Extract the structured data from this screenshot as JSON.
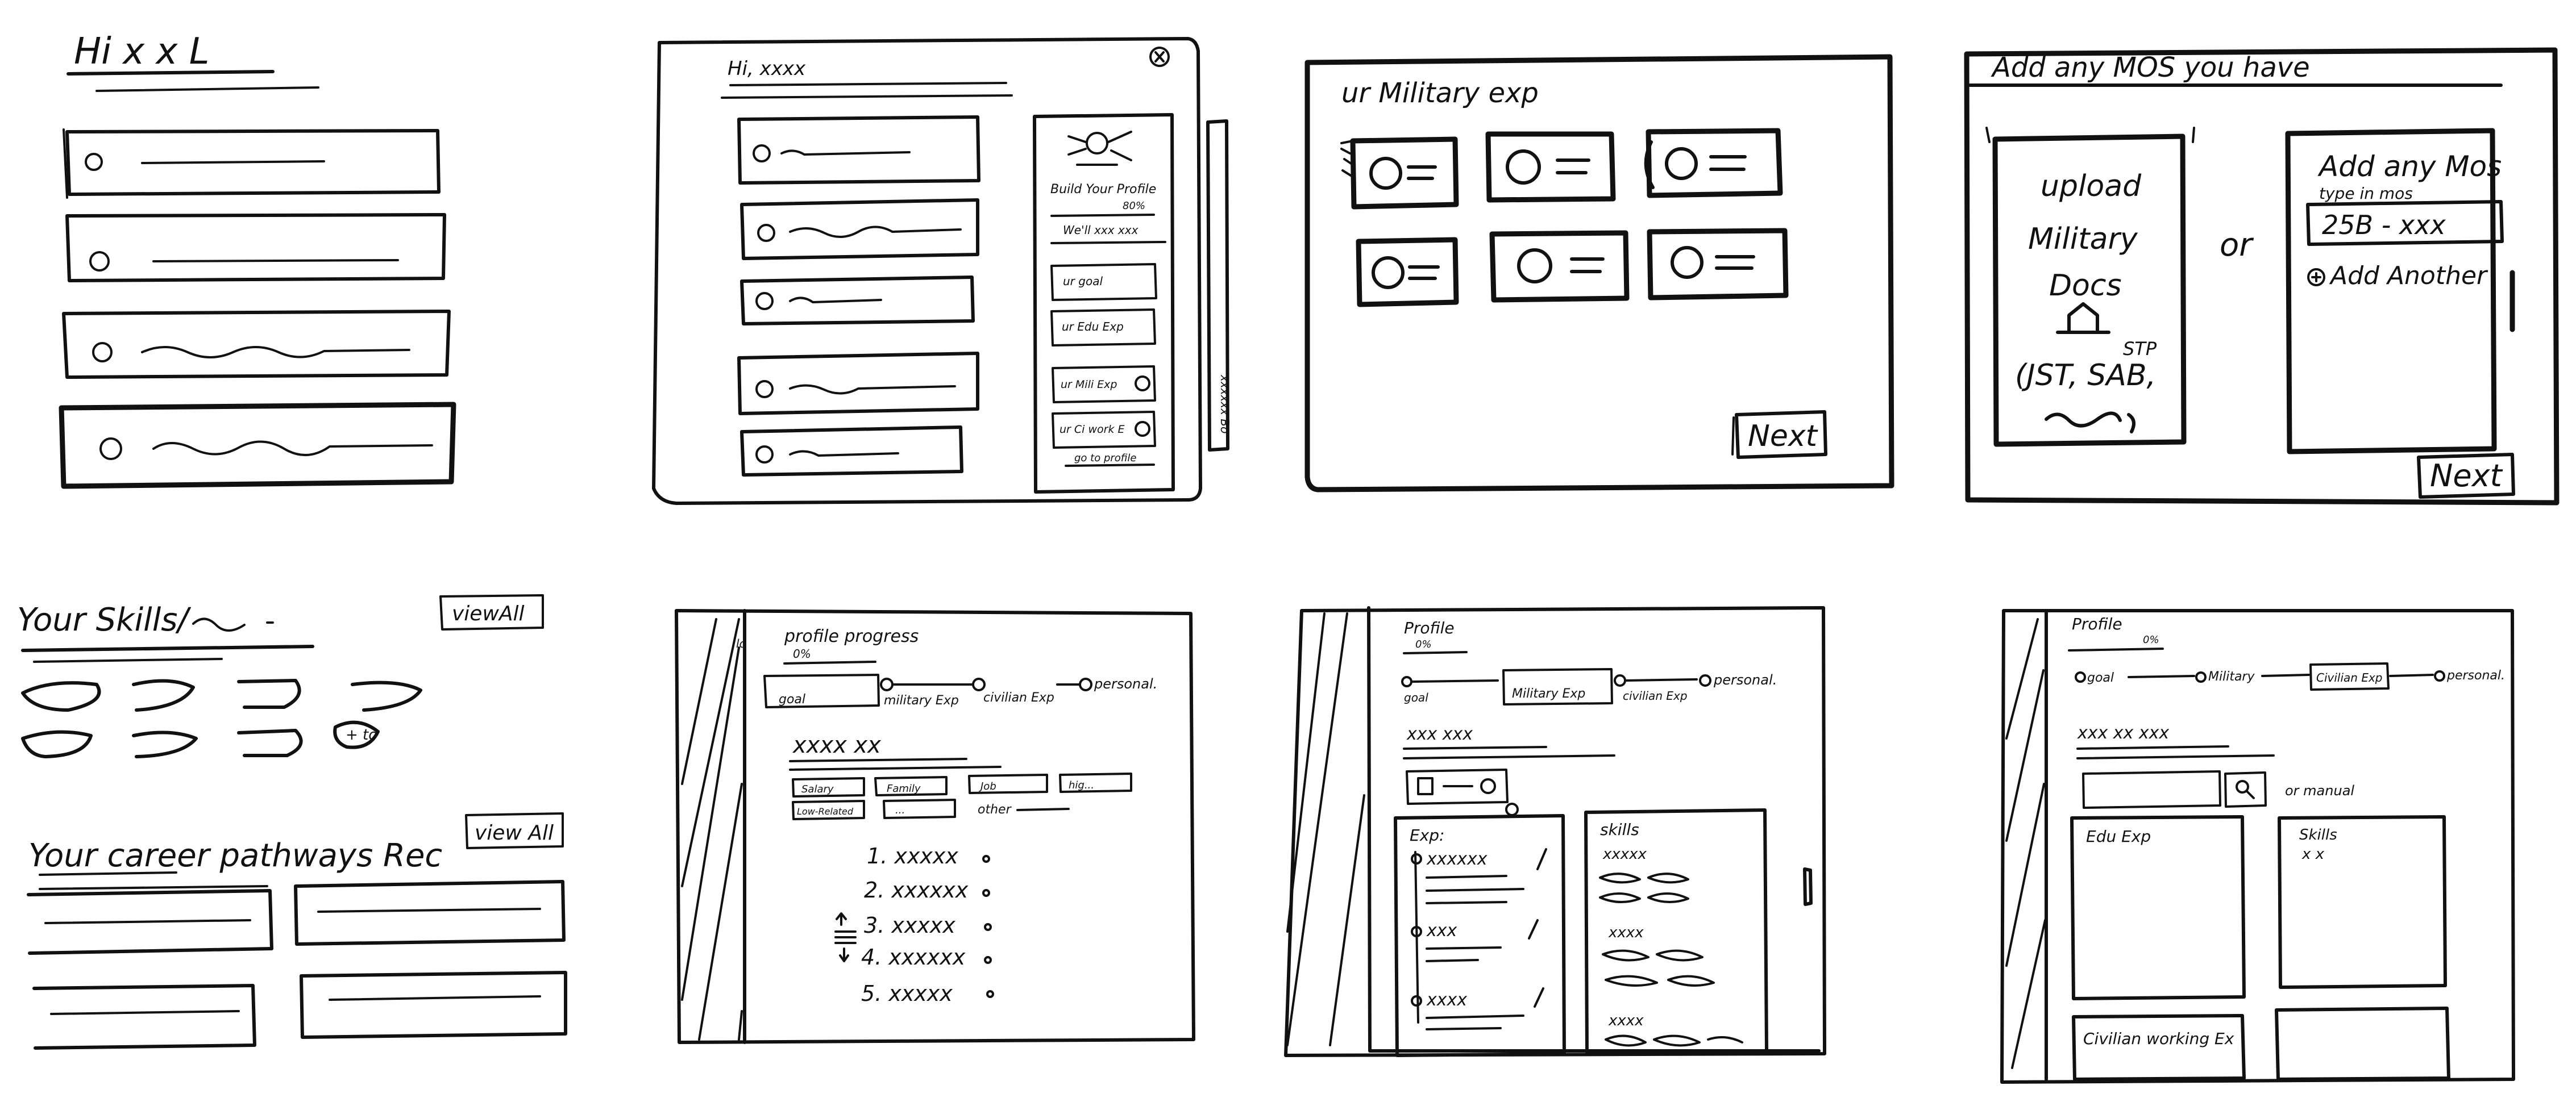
{
  "sketch1": {
    "greeting": "Hi x x L"
  },
  "sketch2": {
    "greeting": "Hi, xxxx",
    "profile_title": "Build Your Profile",
    "profile_pct": "80%",
    "profile_sub": "We'll xxx xxx",
    "btn_goal": "ur goal",
    "btn_edu": "ur Edu Exp",
    "btn_mil": "ur Mili Exp",
    "btn_civ": "ur Ci work E",
    "go_profile": "go to profile",
    "side_tab": "xxxxxx Bo"
  },
  "sketch3": {
    "title": "ur Military exp",
    "next": "Next"
  },
  "sketch4": {
    "title": "Add any MOS you have",
    "upload_l1": "upload",
    "upload_l2": "Military",
    "upload_l3": "Docs",
    "upload_l4": "(JST, SAB,",
    "upload_stp": "STP",
    "or": "or",
    "add_title": "Add any Mos",
    "add_sub": "type in mos",
    "mos_value": "25B - xxx",
    "add_another": "Add Another",
    "next": "Next"
  },
  "sketch5": {
    "skills_title": "Your Skills/",
    "view_all_1": "viewAll",
    "career_title": "Your career pathways Rec",
    "view_all_2": "view All"
  },
  "sketch6": {
    "progress": "profile progress",
    "pct": "0%",
    "steps": [
      "goal",
      "military Exp",
      "civilian Exp",
      "personal."
    ],
    "xtitle": "xxxx xx",
    "chips": [
      "Salary",
      "Family",
      "Job",
      "hig...",
      "Low-Related",
      "...",
      "other"
    ],
    "list": [
      "1. xxxxx",
      "2. xxxxxx",
      "3. xxxxx",
      "4. xxxxxx",
      "5. xxxxx"
    ]
  },
  "sketch7": {
    "profile": "Profile",
    "pct": "0%",
    "steps": [
      "goal",
      "Military Exp",
      "civilian Exp",
      "personal."
    ],
    "xtitle": "xxx xxx",
    "exp": "Exp:",
    "exp_items": [
      "xxxxxx",
      "xxx",
      "xxxx"
    ],
    "skills": "skills",
    "skill_lines": [
      "xxxxx",
      "xxxx",
      "xxxx"
    ]
  },
  "sketch8": {
    "profile": "Profile",
    "pct": "0%",
    "steps": [
      "goal",
      "Military",
      "Civilian Exp",
      "personal."
    ],
    "xtitle": "xxx xx xxx",
    "or_manual": "or manual",
    "edu": "Edu Exp",
    "skills": "Skills",
    "skills_sub": "x x",
    "civ": "Civilian working Ex"
  }
}
